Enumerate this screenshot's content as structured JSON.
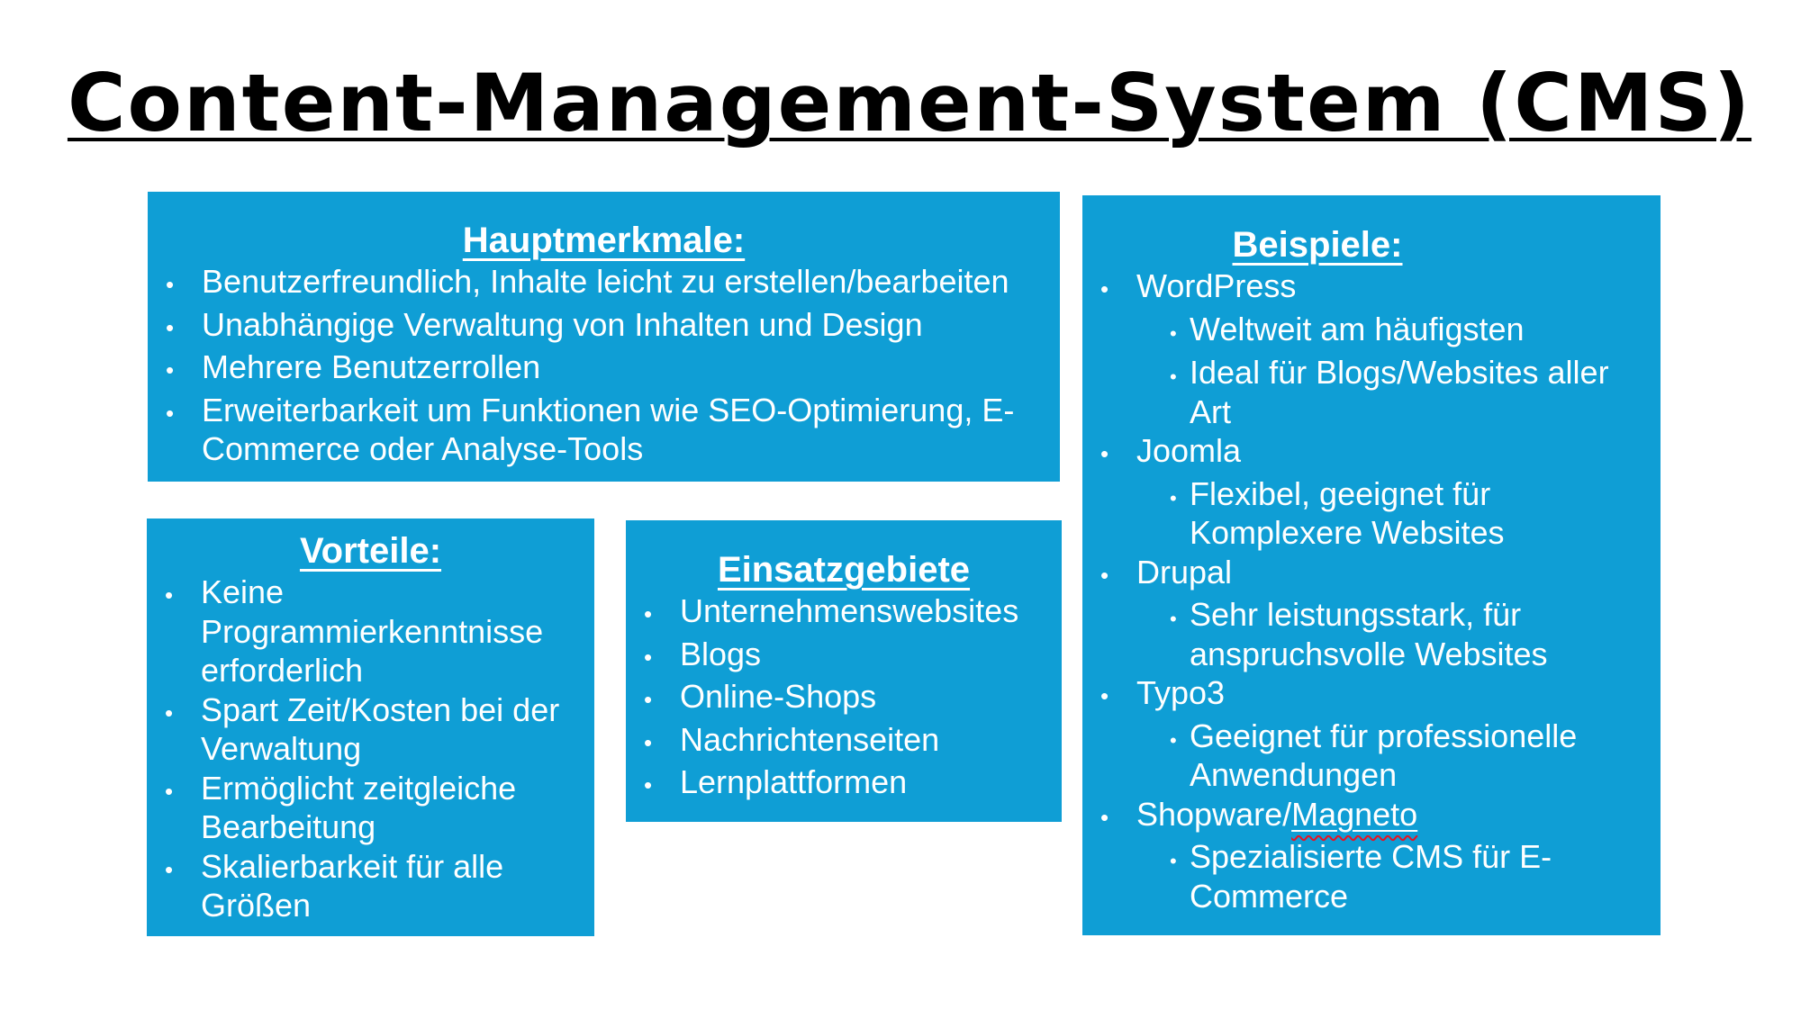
{
  "slide": {
    "title": "Content-Management-System (CMS)",
    "colors": {
      "box_background": "#0F9ED5",
      "box_text": "#FFFFFF",
      "title_text": "#000000",
      "spellcheck_underline": "#E81123",
      "page_background": "#FFFFFF"
    },
    "boxes": [
      {
        "id": "hauptmerkmale",
        "heading": "Hauptmerkmale:",
        "items": [
          {
            "text": "Benutzerfreundlich, Inhalte leicht zu erstellen/bearbeiten"
          },
          {
            "text": "Unabhängige Verwaltung von Inhalten und Design"
          },
          {
            "text": "Mehrere Benutzerrollen"
          },
          {
            "text": "Erweiterbarkeit um Funktionen wie SEO-Optimierung, E-Commerce oder Analyse-Tools"
          }
        ]
      },
      {
        "id": "vorteile",
        "heading": "Vorteile:",
        "items": [
          {
            "text": "Keine Programmierkenntnisse erforderlich"
          },
          {
            "text": "Spart Zeit/Kosten bei der Verwaltung"
          },
          {
            "text": "Ermöglicht zeitgleiche Bearbeitung"
          },
          {
            "text": "Skalierbarkeit für alle Größen"
          }
        ]
      },
      {
        "id": "einsatzgebiete",
        "heading": "Einsatzgebiete",
        "items": [
          {
            "text": "Unternehmenswebsites"
          },
          {
            "text": "Blogs"
          },
          {
            "text": "Online-Shops"
          },
          {
            "text": "Nachrichtenseiten"
          },
          {
            "text": "Lernplattformen"
          }
        ]
      },
      {
        "id": "beispiele",
        "heading": "Beispiele:",
        "items": [
          {
            "text": "WordPress",
            "sub": [
              "Weltweit am häufigsten",
              "Ideal für Blogs/Websites aller Art"
            ]
          },
          {
            "text": "Joomla",
            "sub": [
              "Flexibel, geeignet für Komplexere Websites"
            ]
          },
          {
            "text": "Drupal",
            "sub": [
              "Sehr leistungsstark, für anspruchsvolle Websites"
            ]
          },
          {
            "text": "Typo3",
            "sub": [
              "Geeignet für professionelle Anwendungen"
            ]
          },
          {
            "parts": [
              {
                "text": "Shopware/"
              },
              {
                "text": "Magneto",
                "underline": true,
                "spellcheck": true
              }
            ],
            "sub": [
              "Spezialisierte CMS für E-Commerce"
            ]
          }
        ]
      }
    ]
  }
}
